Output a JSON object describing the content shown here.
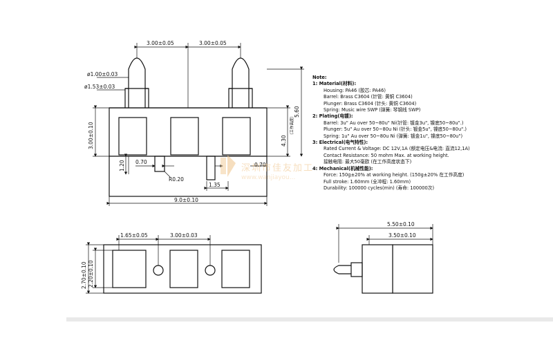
{
  "dimensions": {
    "top_pitch_left": "3.00±0.05",
    "top_pitch_right": "3.00±0.05",
    "tip_diameter": "ø1.00±0.03",
    "shoulder_diameter": "ø1.53±0.03",
    "body_height": "3.00±0.10",
    "working_height": "4.30",
    "working_height_cn": "（工作高度）",
    "total_height": "5.60",
    "post_height": "1.20",
    "post_width": "0.70",
    "radius": "R0.20",
    "right_offset": "0.70",
    "right_gap": "1.35",
    "total_width": "9.0±0.10",
    "bottom_edge": "1.65±0.05",
    "bottom_pitch": "3.00±0.03",
    "bottom_inner_height": "2.20±0.10",
    "bottom_outer_height": "2.70±0.10",
    "side_length": "5.50±0.10",
    "side_body": "3.50±0.10"
  },
  "notes": {
    "heading": "Note:",
    "lines": [
      {
        "text": "1:  Material(材料):",
        "bold": true,
        "indent": false
      },
      {
        "text": "Housing: PA46 (胶芯: PA46)",
        "bold": false,
        "indent": true
      },
      {
        "text": "Barrel: Brass C3604 (针管: 黄铜 C3604)",
        "bold": false,
        "indent": true
      },
      {
        "text": "Plunger: Brass C3604 (针头: 黄铜 C3604)",
        "bold": false,
        "indent": true
      },
      {
        "text": "Spring: Music wire SWP (弹簧: 琴钢线 SWP)",
        "bold": false,
        "indent": true
      },
      {
        "text": "2:  Plating(电镀):",
        "bold": true,
        "indent": false
      },
      {
        "text": "Barrel: 3u\" Au over 50~80u\" Ni(针管: 镀金3u\", 镍底50~80u\".)",
        "bold": false,
        "indent": true
      },
      {
        "text": "Plunger: 5u\" Au over 50~80u Ni (针头: 镀金5u\", 镍底50~80u\".)",
        "bold": false,
        "indent": true
      },
      {
        "text": "Spring: 1u\" Au over 50~80u Ni (弹簧: 镀金1u\", 镍底50~80u\")",
        "bold": false,
        "indent": true
      },
      {
        "text": "3:  Electrical(电气特性):",
        "bold": true,
        "indent": false
      },
      {
        "text": "Rated Current & Voltage: DC 12V,1A (额定电压&电流: 直流12,1A)",
        "bold": false,
        "indent": true
      },
      {
        "text": "Contact Resistance: 50 mohm Max. at working height.",
        "bold": false,
        "indent": true
      },
      {
        "text": "接触电阻: 最大50毫欧 (在工作高度状态下)",
        "bold": false,
        "indent": true
      },
      {
        "text": "4:  Mechanical(机械性能):",
        "bold": true,
        "indent": false
      },
      {
        "text": "Force: 150g±20% at working height. (150g±20% 在工作高度)",
        "bold": false,
        "indent": true
      },
      {
        "text": "Full stroke: 1.60mm (全冲程: 1.60mm)",
        "bold": false,
        "indent": true
      },
      {
        "text": "Durability: 100000 cycles(min) (寿命: 100000次)",
        "bold": false,
        "indent": true
      }
    ]
  },
  "watermark": {
    "cn": "深圳市佳友加工",
    "en": "www.wanjiayou..."
  },
  "colors": {
    "line": "#111111",
    "watermark": "#f0c48a",
    "footer": "#e9e9e9"
  }
}
